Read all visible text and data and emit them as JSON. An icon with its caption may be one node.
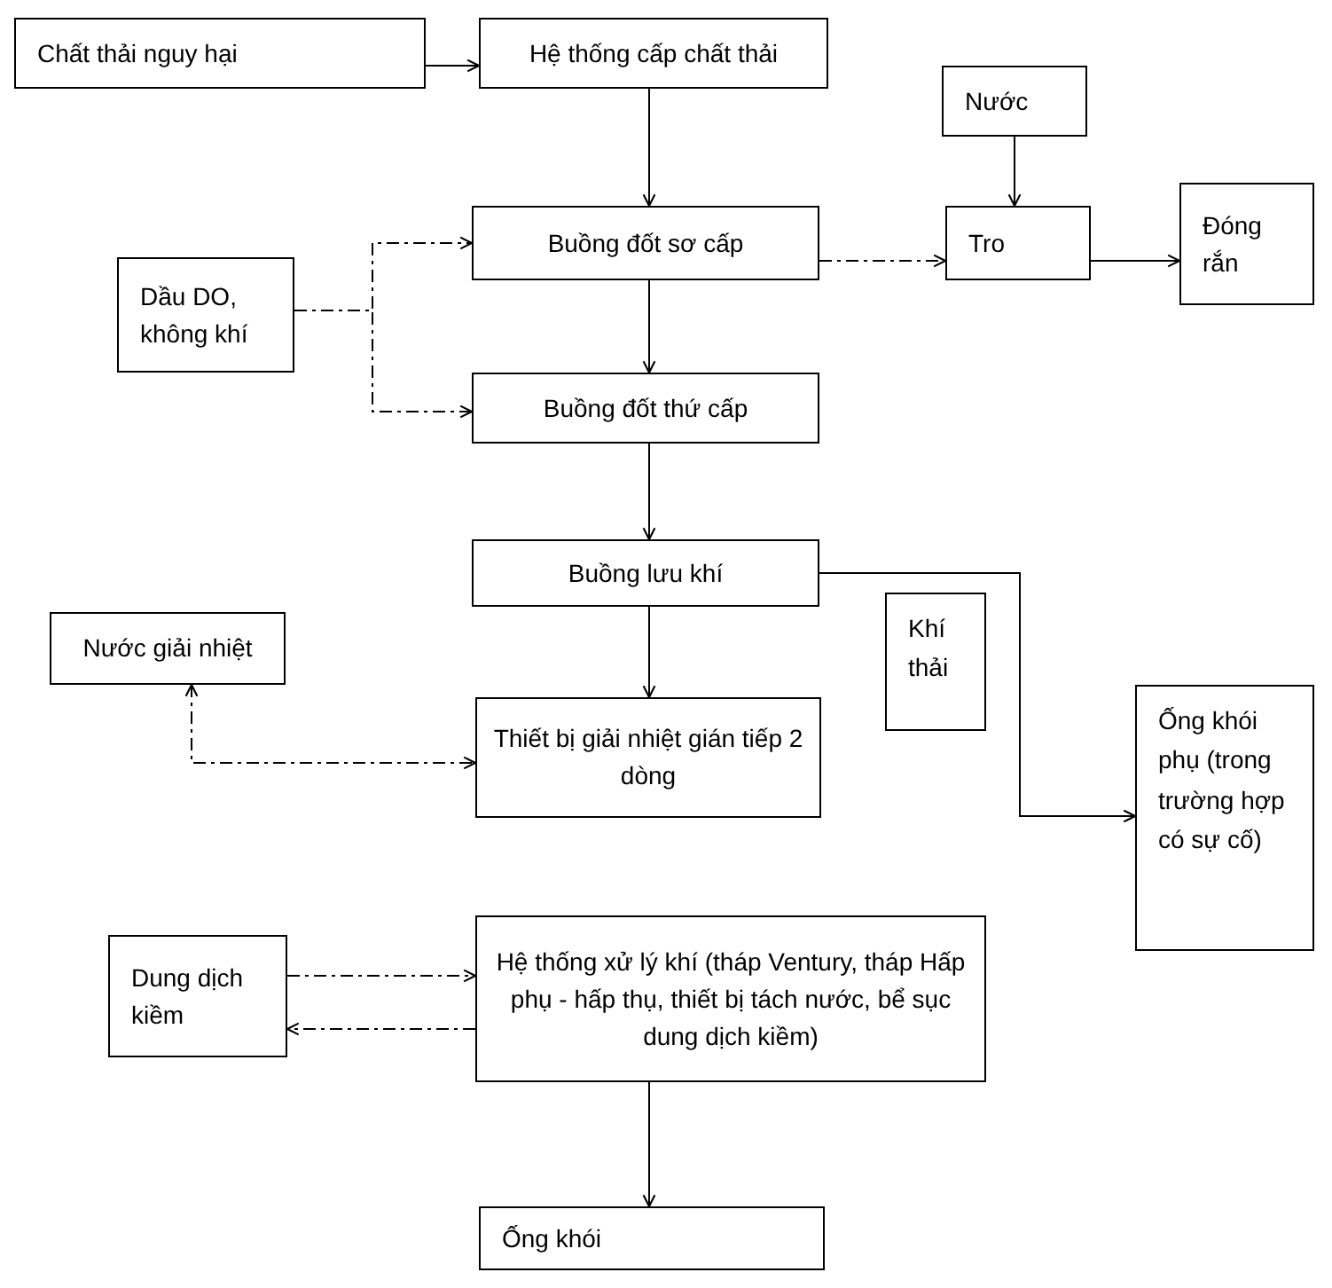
{
  "diagram": {
    "nodes": [
      {
        "text": [
          "Chất thải nguy hại"
        ]
      },
      {
        "text": [
          "Hệ thống cấp chất thải"
        ]
      },
      {
        "text": [
          "Nước"
        ]
      },
      {
        "text": [
          "Buồng đốt sơ cấp"
        ]
      },
      {
        "text": [
          "Tro"
        ]
      },
      {
        "text": [
          "Đóng rắn"
        ]
      },
      {
        "text": [
          "Dầu DO, không khí"
        ]
      },
      {
        "text": [
          "Buồng đốt thứ cấp"
        ]
      },
      {
        "text": [
          "Buồng lưu khí"
        ]
      },
      {
        "text": [
          "Khí thải"
        ]
      },
      {
        "text": [
          "Nước giải nhiệt"
        ]
      },
      {
        "text": [
          "Ống khói phụ (trong trường hợp có sự cố)"
        ]
      },
      {
        "text": [
          "Thiết bị giải nhiệt gián tiếp 2 dòng"
        ]
      },
      {
        "text": [
          "Dung dịch kiềm"
        ]
      },
      {
        "text": [
          "Hệ thống xử lý khí (tháp Ventury, tháp Hấp phụ - hấp thụ, thiết bị tách nước, bể sục dung dịch kiềm)"
        ]
      },
      {
        "text": [
          "Ống khói"
        ]
      }
    ],
    "edges": [
      {
        "from": 0,
        "to": 1,
        "arrow": "to"
      },
      {
        "from": 1,
        "to": 3,
        "arrow": "to"
      },
      {
        "from": 2,
        "to": 4,
        "arrow": "to"
      },
      {
        "from": 3,
        "to": 4,
        "arrow": "to",
        "style": "dashed"
      },
      {
        "from": 4,
        "to": 5,
        "arrow": "to"
      },
      {
        "from": 6,
        "to": 3,
        "arrow": "to",
        "style": "dashed"
      },
      {
        "from": 6,
        "to": 7,
        "arrow": "to",
        "style": "dashed"
      },
      {
        "from": 3,
        "to": 7,
        "arrow": "to"
      },
      {
        "from": 7,
        "to": 8,
        "arrow": "to"
      },
      {
        "from": 8,
        "to": 11,
        "arrow": "to"
      },
      {
        "from": 8,
        "to": 12,
        "arrow": "to"
      },
      {
        "from": 10,
        "to": 12,
        "arrow": "both",
        "style": "dashed"
      },
      {
        "from": 13,
        "to": 14,
        "arrow": "to",
        "style": "dashed"
      },
      {
        "from": 14,
        "to": 13,
        "arrow": "to",
        "style": "dashed"
      },
      {
        "from": 14,
        "to": 15,
        "arrow": "to"
      }
    ]
  }
}
